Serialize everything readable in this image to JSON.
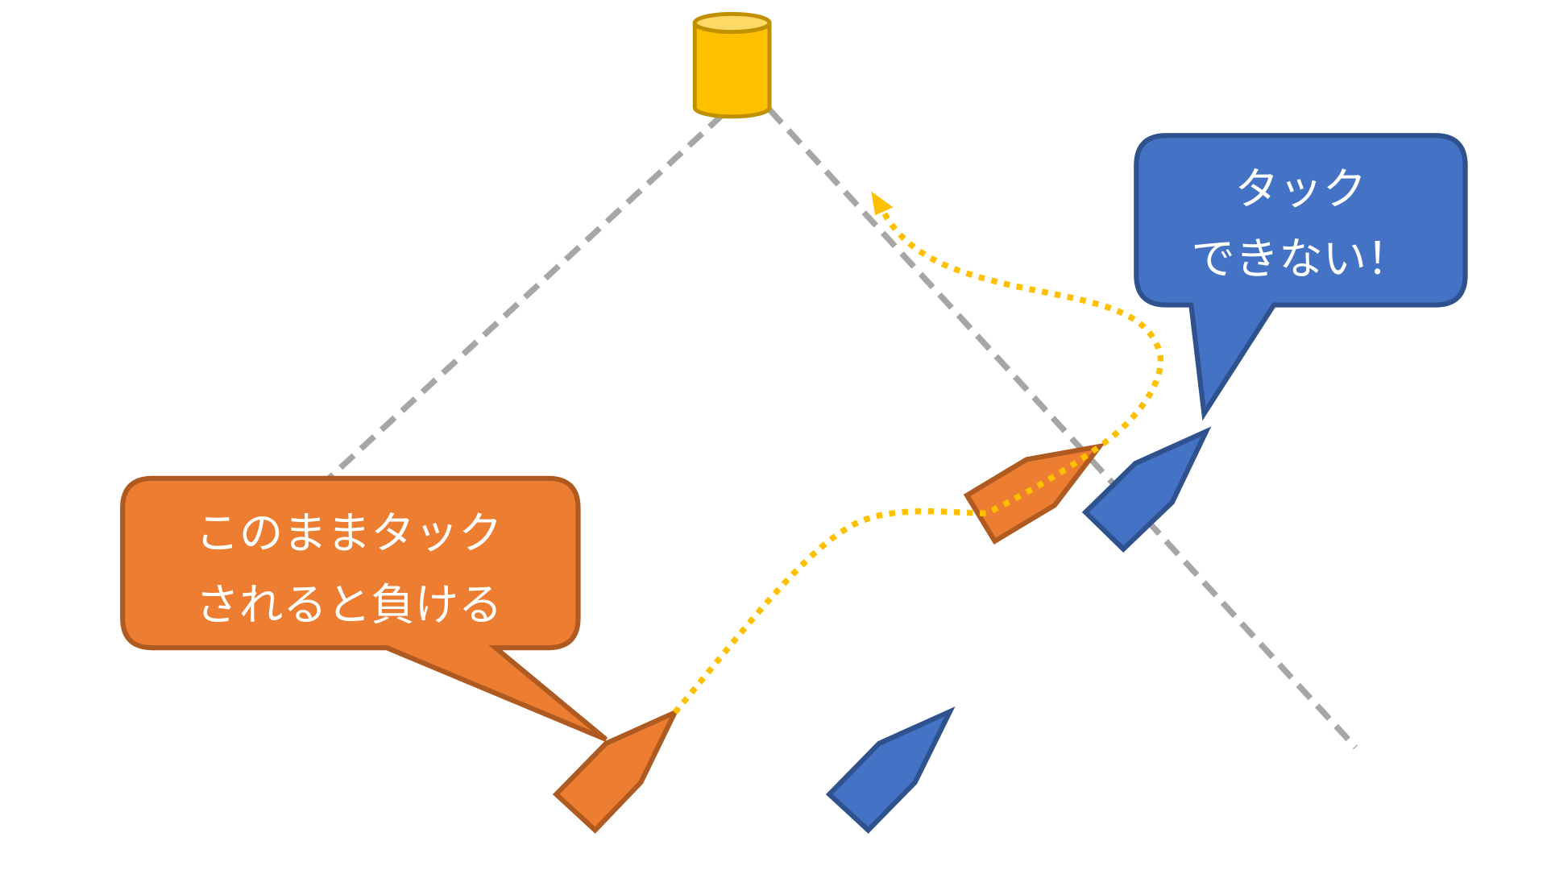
{
  "colors": {
    "orange": "#ED7D31",
    "orange_stroke": "#AE5A21",
    "blue": "#4472C4",
    "blue_stroke": "#2F528F",
    "mark": "#FFC000",
    "mark_stroke": "#BF9000",
    "course_line": "#A6A6A6",
    "path": "#FFC000"
  },
  "orange_bubble": {
    "lines": [
      "このままタック",
      "されると負ける"
    ]
  },
  "blue_bubble": {
    "lines": [
      "タック",
      "できない！"
    ]
  }
}
